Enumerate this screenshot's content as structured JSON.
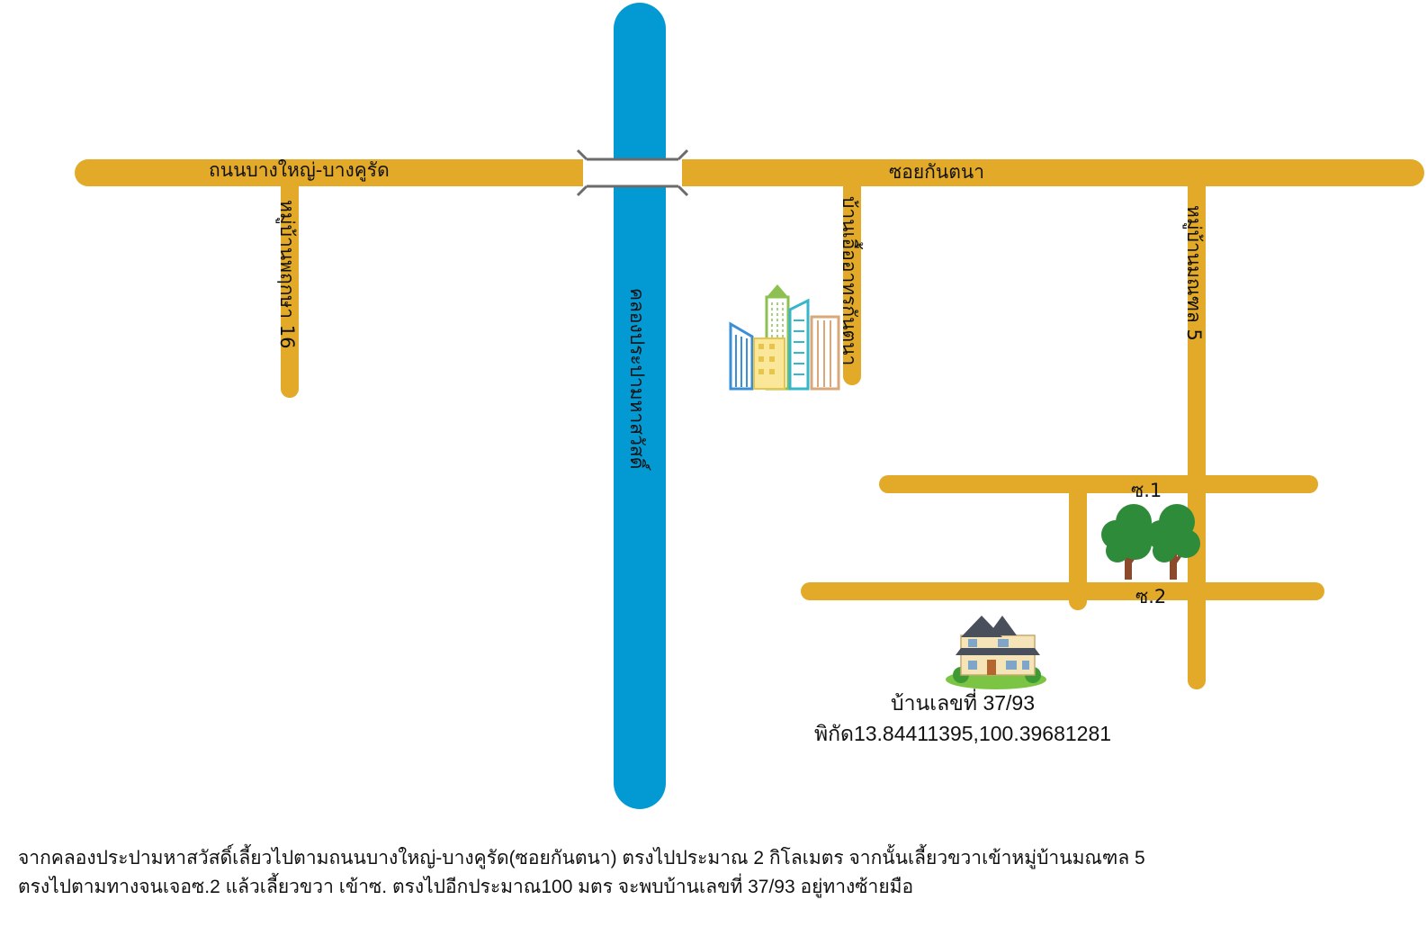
{
  "colors": {
    "road": "#E2AA28",
    "canal": "#0399D3",
    "bridge_outline": "#6B6B6B",
    "text": "#111111"
  },
  "map": {
    "roads": {
      "main_road_west_label": "ถนนบางใหญ่-บางคูรัด",
      "main_road_east_label": "ซอยกันตนา",
      "village_16_label": "หมู่บ้านพฤกษา 16",
      "village_bothong_label": "บ้านเอื้ออาทรกันตนา",
      "village_monthon_label": "หมู่บ้านมณฑล 5",
      "soi_1_label": "ซ.1",
      "soi_2_label": "ซ.2"
    },
    "canal_label": "คลองประปามหาสวัสดิ์",
    "icons": {
      "buildings": "city-buildings-icon",
      "trees": "tree-icon",
      "house": "house-icon",
      "bridge": "bridge-icon"
    },
    "destination": {
      "house_number": "บ้านเลขที่ 37/93",
      "coordinates": "พิกัด13.84411395,100.39681281"
    }
  },
  "directions": {
    "line1": "จากคลองประปามหาสวัสดิ์เลี้ยวไปตามถนนบางใหญ่-บางคูรัด(ซอยกันตนา) ตรงไปประมาณ 2 กิโลเมตร  จากนั้นเลี้ยวขวาเข้าหมู่บ้านมณฑล 5",
    "line2": "ตรงไปตามทางจนเจอซ.2 แล้วเลี้ยวขวา เข้าซ. ตรงไปอีกประมาณ100 มตร จะพบบ้านเลขที่ 37/93 อยู่ทางซ้ายมือ"
  }
}
